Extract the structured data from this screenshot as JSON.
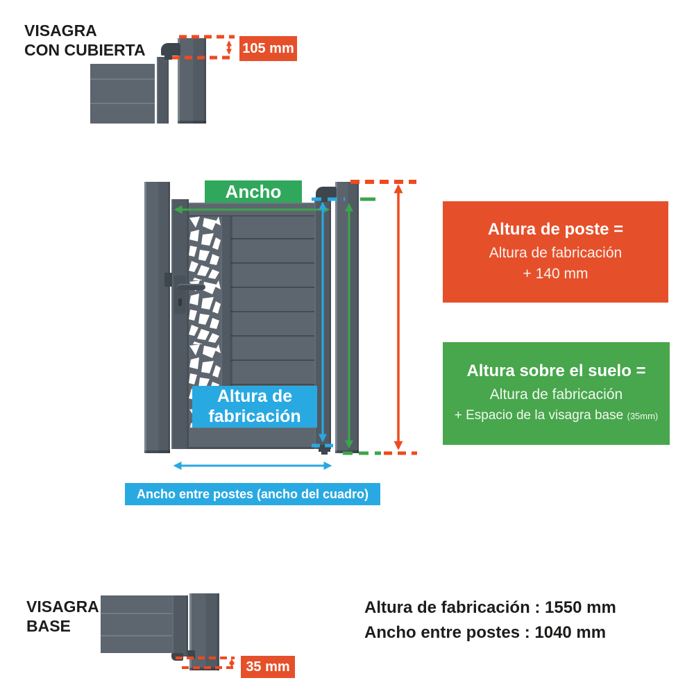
{
  "colors": {
    "orange": "#E5502A",
    "orange_dash": "#EE4A1F",
    "green_label": "#2FA85C",
    "green_box": "#48A64C",
    "green_arrow": "#3CA54A",
    "blue": "#29A9E1",
    "gate_gray": "#5D666F",
    "text": "#1C1C1A"
  },
  "hinge_top_detail": {
    "title_line1": "VISAGRA",
    "title_line2": "CON CUBIERTA",
    "dimension_label": "105 mm"
  },
  "hinge_base_detail": {
    "title_line1": "VISAGRA",
    "title_line2": "BASE",
    "dimension_label": "35 mm"
  },
  "gate_diagram": {
    "width_label": "Ancho",
    "fab_height_label_line1": "Altura de",
    "fab_height_label_line2": "fabricación",
    "width_between_posts_label": "Ancho entre postes (ancho del cuadro)"
  },
  "post_height_box": {
    "title": "Altura de poste =",
    "line2": "Altura de fabricación",
    "line3": "+ 140 mm"
  },
  "ground_clearance_box": {
    "title": "Altura sobre el suelo =",
    "line2": "Altura de fabricación",
    "line3": "+ Espacio de la visagra base",
    "line3_note": "(35mm)"
  },
  "specs": {
    "fab_height": "Altura de fabricación : 1550 mm",
    "width_between_posts": "Ancho entre postes : 1040 mm"
  }
}
